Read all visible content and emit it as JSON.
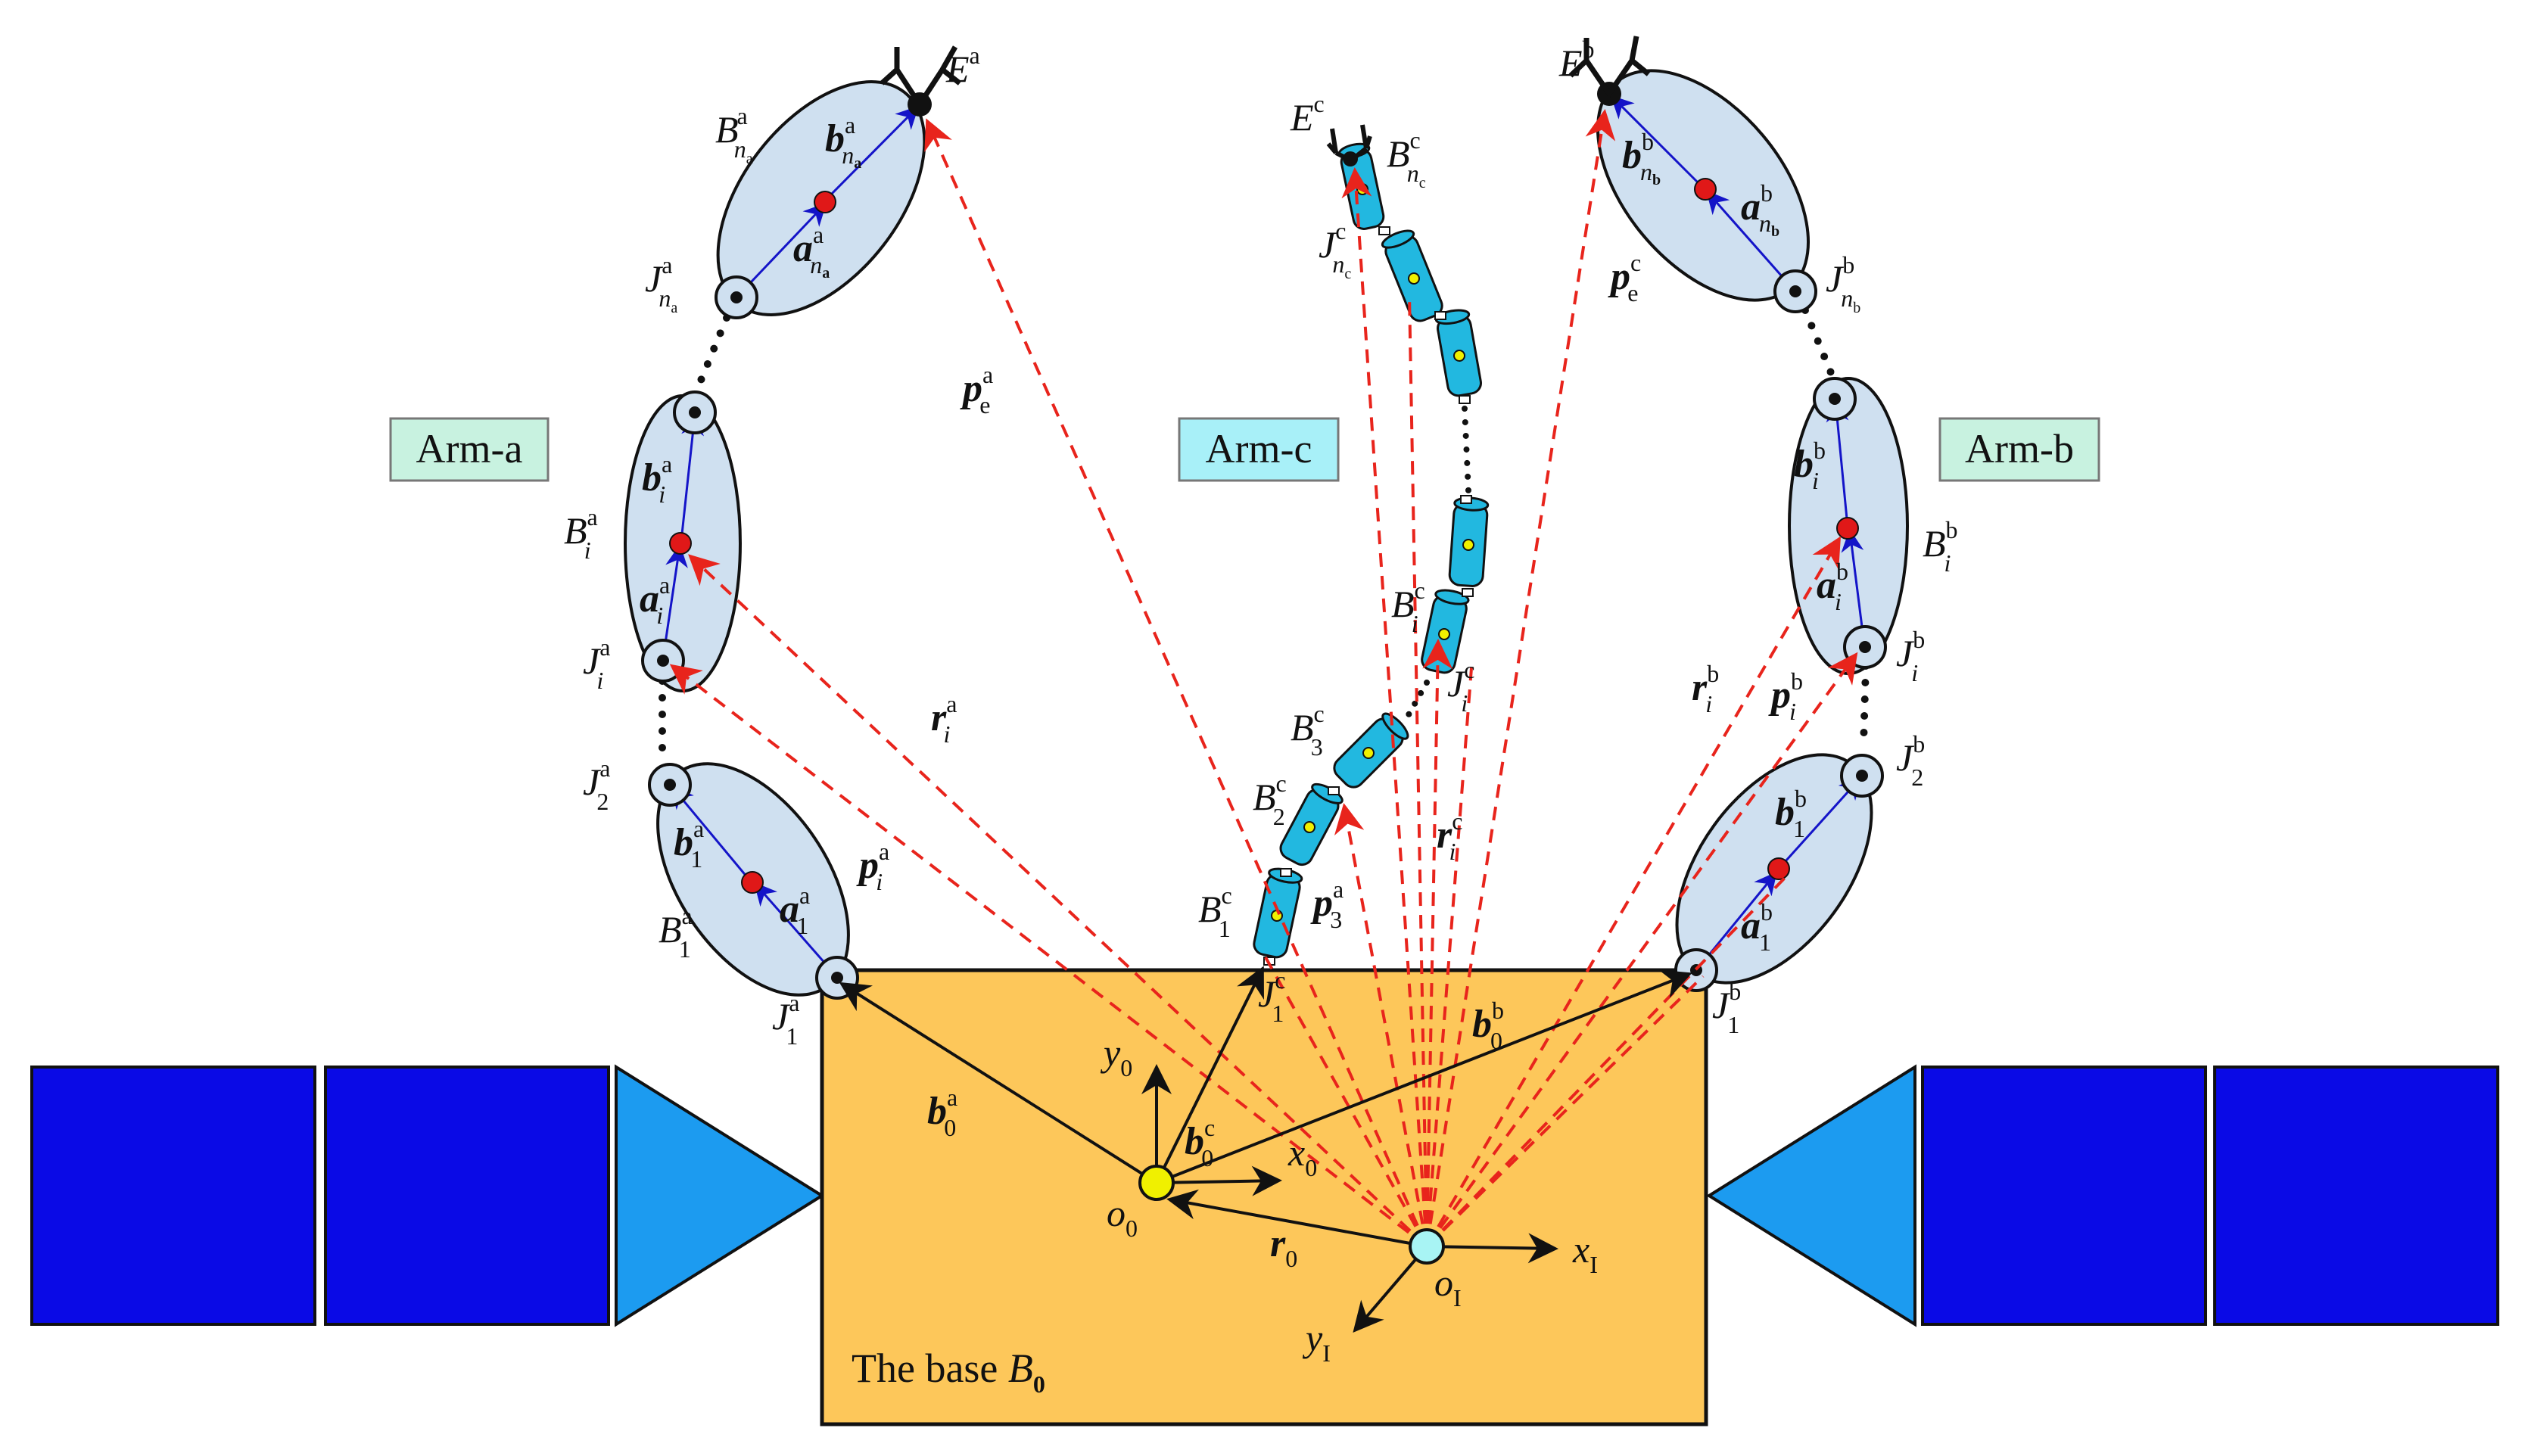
{
  "colors": {
    "base_fill": "#FDC75A",
    "panel_fill": "#0A0AE6",
    "panel_triangle": "#1C9BF0",
    "link_fill": "#CFE0F0",
    "cylinder_fill": "#22B8E0",
    "arm_label_a_fill": "#C8F2E0",
    "arm_label_c_fill": "#A8F0F8",
    "arm_label_b_fill": "#C8F2E0",
    "dashed_red": "#E8241C",
    "vector_blue": "#1414C8",
    "mass_center_red": "#E01818",
    "origin0_fill": "#F0F000",
    "originI_fill": "#A8F4F4"
  },
  "arm_labels": {
    "a": "Arm-a",
    "c": "Arm-c",
    "b": "Arm-b"
  },
  "base_label": {
    "prefix": "The base ",
    "symbol": "B",
    "subscript": "0"
  },
  "arm_a": {
    "E": {
      "main": "E",
      "sup": "a"
    },
    "Bn": {
      "main": "B",
      "sub": "n",
      "subsub": "a",
      "sup": "a"
    },
    "bn": {
      "main": "b",
      "sub": "n",
      "subsub": "a",
      "sup": "a"
    },
    "an": {
      "main": "a",
      "sub": "n",
      "subsub": "a",
      "sup": "a"
    },
    "Jn": {
      "main": "J",
      "sub": "n",
      "subsub": "a",
      "sup": "a"
    },
    "bi": {
      "main": "b",
      "sub": "i",
      "sup": "a"
    },
    "Bi": {
      "main": "B",
      "sub": "i",
      "sup": "a"
    },
    "ai": {
      "main": "a",
      "sub": "i",
      "sup": "a"
    },
    "Ji": {
      "main": "J",
      "sub": "i",
      "sup": "a"
    },
    "J2": {
      "main": "J",
      "sub": "2",
      "sup": "a"
    },
    "b1": {
      "main": "b",
      "sub": "1",
      "sup": "a"
    },
    "B1": {
      "main": "B",
      "sub": "1",
      "sup": "a"
    },
    "a1": {
      "main": "a",
      "sub": "1",
      "sup": "a"
    },
    "J1": {
      "main": "J",
      "sub": "1",
      "sup": "a"
    },
    "pe": {
      "main": "p",
      "sub": "e",
      "sup": "a"
    },
    "ri": {
      "main": "r",
      "sub": "i",
      "sup": "a"
    },
    "pi": {
      "main": "p",
      "sub": "i",
      "sup": "a"
    },
    "b0": {
      "main": "b",
      "sub": "0",
      "sup": "a"
    }
  },
  "arm_c": {
    "E": {
      "main": "E",
      "sup": "c"
    },
    "Bn": {
      "main": "B",
      "sub": "n",
      "subsub": "c",
      "sup": "c"
    },
    "Jn": {
      "main": "J",
      "sub": "n",
      "subsub": "c",
      "sup": "c"
    },
    "Bi": {
      "main": "B",
      "sub": "i",
      "sup": "c"
    },
    "Ji": {
      "main": "J",
      "sub": "i",
      "sup": "c"
    },
    "B3": {
      "main": "B",
      "sub": "3",
      "sup": "c"
    },
    "B2": {
      "main": "B",
      "sub": "2",
      "sup": "c"
    },
    "B1": {
      "main": "B",
      "sub": "1",
      "sup": "c"
    },
    "J1": {
      "main": "J",
      "sub": "1",
      "sup": "c"
    },
    "p3": {
      "main": "p",
      "sub": "3",
      "sup": "a"
    },
    "ri": {
      "main": "r",
      "sub": "i",
      "sup": "c"
    },
    "b0": {
      "main": "b",
      "sub": "0",
      "sup": "c"
    }
  },
  "arm_b": {
    "E": {
      "main": "E",
      "sup": "b"
    },
    "pe": {
      "main": "p",
      "sub": "e",
      "sup": "c"
    },
    "bn": {
      "main": "b",
      "sub": "n",
      "subsub": "b",
      "sup": "b"
    },
    "an": {
      "main": "a",
      "sub": "n",
      "subsub": "b",
      "sup": "b"
    },
    "Jn": {
      "main": "J",
      "sub": "n",
      "subsub": "b",
      "sup": "b"
    },
    "bi": {
      "main": "b",
      "sub": "i",
      "sup": "b"
    },
    "Bi": {
      "main": "B",
      "sub": "i",
      "sup": "b"
    },
    "ai": {
      "main": "a",
      "sub": "i",
      "sup": "b"
    },
    "Ji": {
      "main": "J",
      "sub": "i",
      "sup": "b"
    },
    "ri": {
      "main": "r",
      "sub": "i",
      "sup": "b"
    },
    "pi": {
      "main": "p",
      "sub": "i",
      "sup": "b"
    },
    "J2": {
      "main": "J",
      "sub": "2",
      "sup": "b"
    },
    "b1": {
      "main": "b",
      "sub": "1",
      "sup": "b"
    },
    "a1": {
      "main": "a",
      "sub": "1",
      "sup": "b"
    },
    "J1": {
      "main": "J",
      "sub": "1",
      "sup": "b"
    },
    "b0": {
      "main": "b",
      "sub": "0",
      "sup": "b"
    }
  },
  "frames": {
    "y0": {
      "main": "y",
      "sub": "0"
    },
    "x0": {
      "main": "x",
      "sub": "0"
    },
    "o0": {
      "main": "o",
      "sub": "0"
    },
    "r0": {
      "main": "r",
      "sub": "0"
    },
    "oI": {
      "main": "o",
      "sub": "I"
    },
    "xI": {
      "main": "x",
      "sub": "I"
    },
    "yI": {
      "main": "y",
      "sub": "I"
    }
  }
}
